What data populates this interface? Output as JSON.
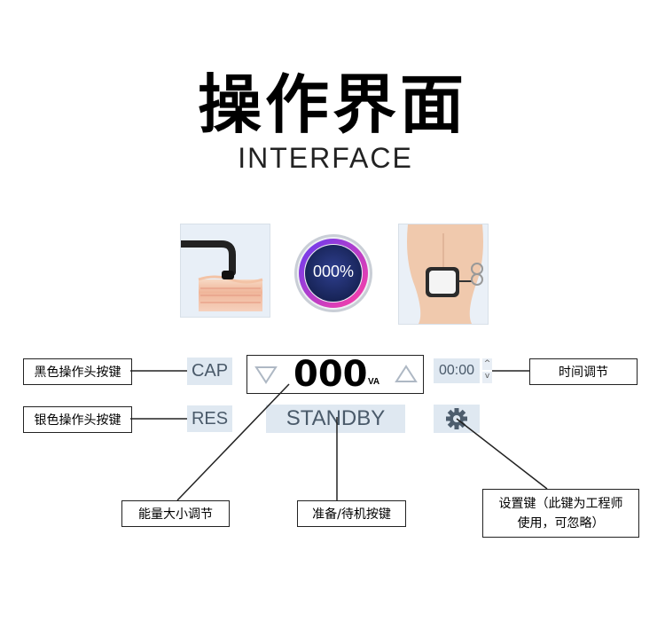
{
  "header": {
    "title": "操作界面",
    "subtitle": "INTERFACE"
  },
  "gauge": {
    "value": "000%"
  },
  "controls": {
    "cap_label": "CAP",
    "res_label": "RES",
    "energy_value": "000",
    "energy_unit": "VA",
    "standby_label": "STANDBY",
    "time_value": "00:00",
    "time_up": "^",
    "time_down": "v"
  },
  "annotations": {
    "black_probe": "黑色操作头按键",
    "silver_probe": "银色操作头按键",
    "time_adjust": "时间调节",
    "energy_adjust": "能量大小调节",
    "standby": "准备/待机按键",
    "settings_line1": "设置键（此键为工程师",
    "settings_line2": "使用，可忽略）"
  },
  "colors": {
    "button_bg": "#dfe8f1",
    "button_text": "#4a5a6a",
    "gauge_ring_start": "#6a3cf0",
    "gauge_ring_end": "#ff3ea5",
    "gauge_inner": "#1c2b6b"
  }
}
